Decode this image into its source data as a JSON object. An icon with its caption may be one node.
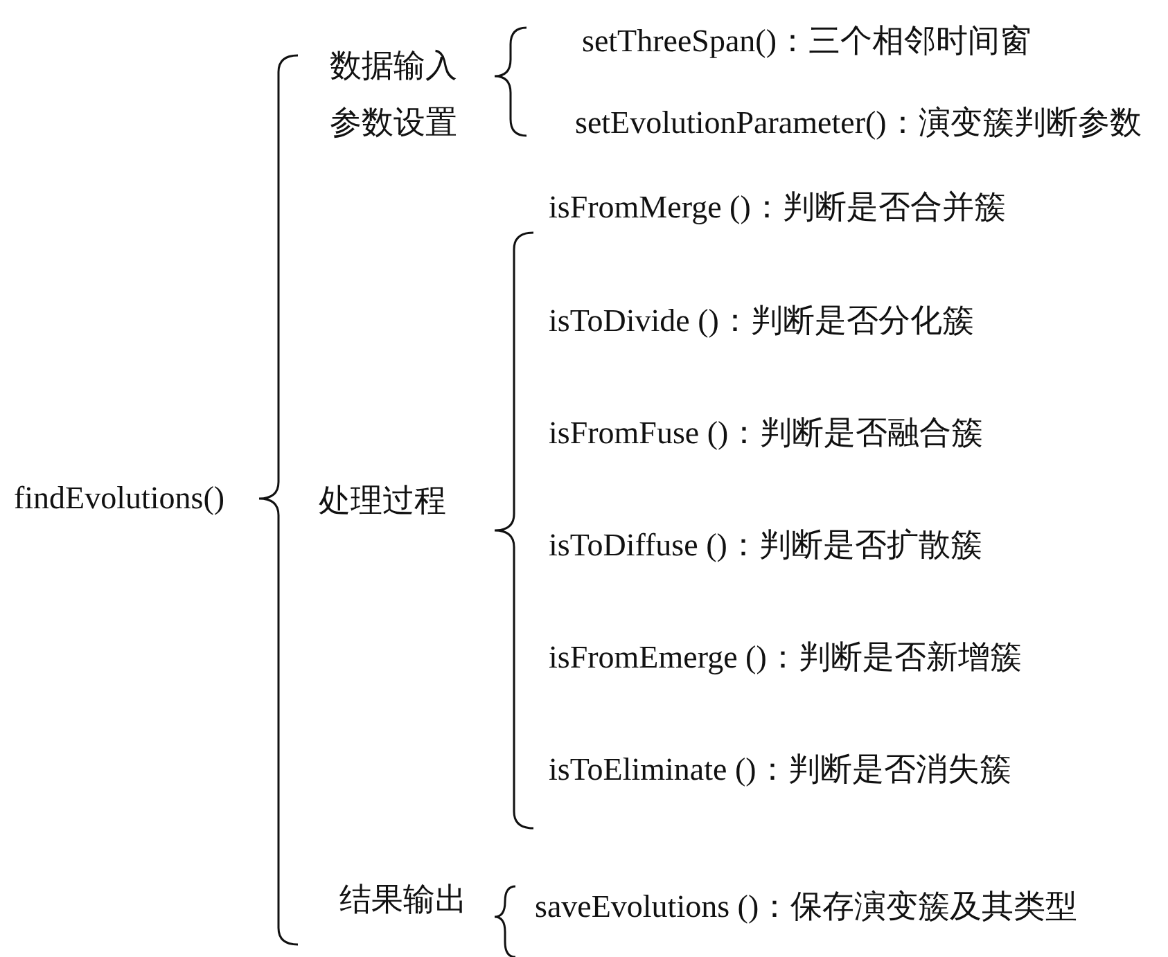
{
  "diagram": {
    "labels": [
      "数据输入",
      "setThreeSpan()：三个相邻时间窗",
      "参数设置",
      "setEvolutionParameter()：演变簇判断参数",
      "isFromMerge ()：判断是否合并簇",
      "isToDivide ()：判断是否分化簇",
      "isFromFuse ()：判断是否融合簇",
      "findEvolutions()",
      "处理过程",
      "isToDiffuse ()：判断是否扩散簇",
      "isFromEmerge ()：判断是否新增簇",
      "isToEliminate ()：判断是否消失簇",
      "结果输出",
      "saveEvolutions ()：保存演变簇及其类型"
    ]
  }
}
